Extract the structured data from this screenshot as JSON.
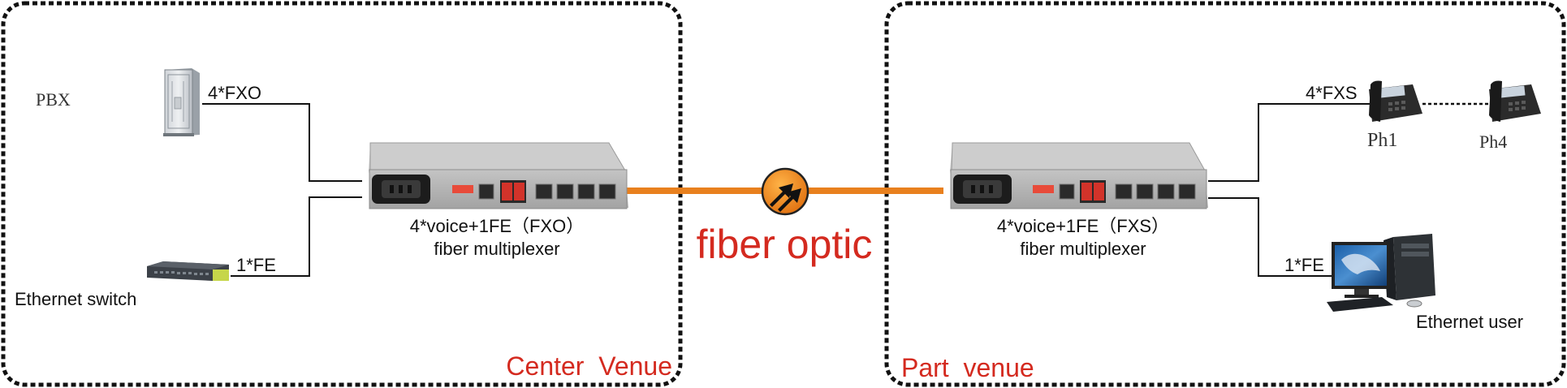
{
  "diagram": {
    "left_box": {
      "label": "Center  Venue"
    },
    "right_box": {
      "label": "Part  venue"
    },
    "left": {
      "pbx_label": "PBX",
      "fxo_link_label": "4*FXO",
      "fe_link_label": "1*FE",
      "switch_label": "Ethernet switch",
      "device_label_line1": "4*voice+1FE（FXO）",
      "device_label_line2": "fiber multiplexer"
    },
    "center": {
      "fiber_label": "fiber optic"
    },
    "right": {
      "fxs_link_label": "4*FXS",
      "fe_link_label": "1*FE",
      "phone1_label": "Ph1",
      "phone4_label": "Ph4",
      "user_label": "Ethernet user",
      "device_label_line1": "4*voice+1FE（FXS）",
      "device_label_line2": "fiber multiplexer"
    },
    "colors": {
      "fiber": "#e8801e",
      "label_red": "#d42a1f",
      "device_body": "#b8b8b8",
      "border": "#111111"
    },
    "icons": [
      "pbx-cabinet-icon",
      "ethernet-switch-icon",
      "fiber-multiplexer-icon",
      "fiber-connector-icon",
      "ip-phone-icon",
      "desktop-computer-icon"
    ]
  }
}
